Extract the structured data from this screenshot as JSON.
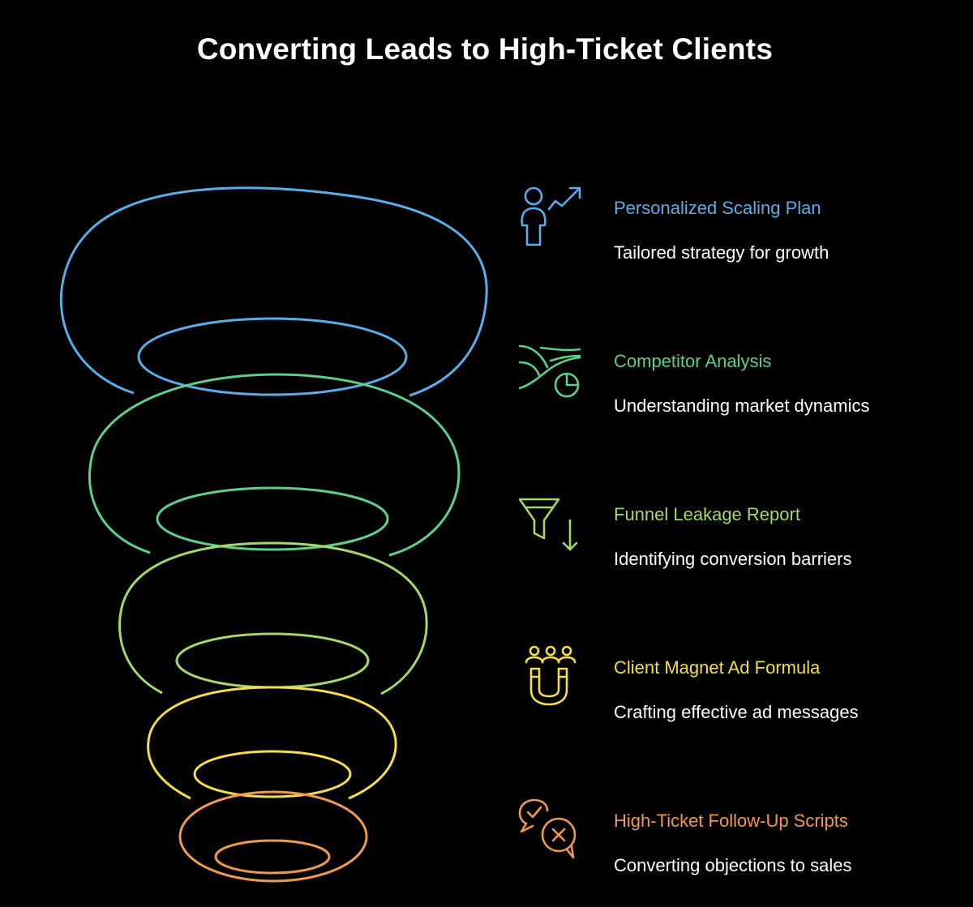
{
  "title": "Converting Leads to High-Ticket Clients",
  "colors": {
    "background": "#000000",
    "title": "#ffffff",
    "description": "#ffffff"
  },
  "items": [
    {
      "label": "Personalized Scaling Plan",
      "description": "Tailored strategy for growth",
      "color": "#5aaee8",
      "icon": "person-growth-arrow-icon"
    },
    {
      "label": "Competitor Analysis",
      "description": "Understanding market dynamics",
      "color": "#5ed08a",
      "icon": "wind-clock-icon"
    },
    {
      "label": "Funnel Leakage Report",
      "description": "Identifying conversion barriers",
      "color": "#a4d96a",
      "icon": "funnel-down-arrow-icon"
    },
    {
      "label": "Client Magnet Ad Formula",
      "description": "Crafting effective ad messages",
      "color": "#f2de4a",
      "icon": "magnet-people-icon"
    },
    {
      "label": "High-Ticket Follow-Up Scripts",
      "description": "Converting objections to sales",
      "color": "#ee9a4f",
      "icon": "chat-check-cross-icon"
    }
  ]
}
